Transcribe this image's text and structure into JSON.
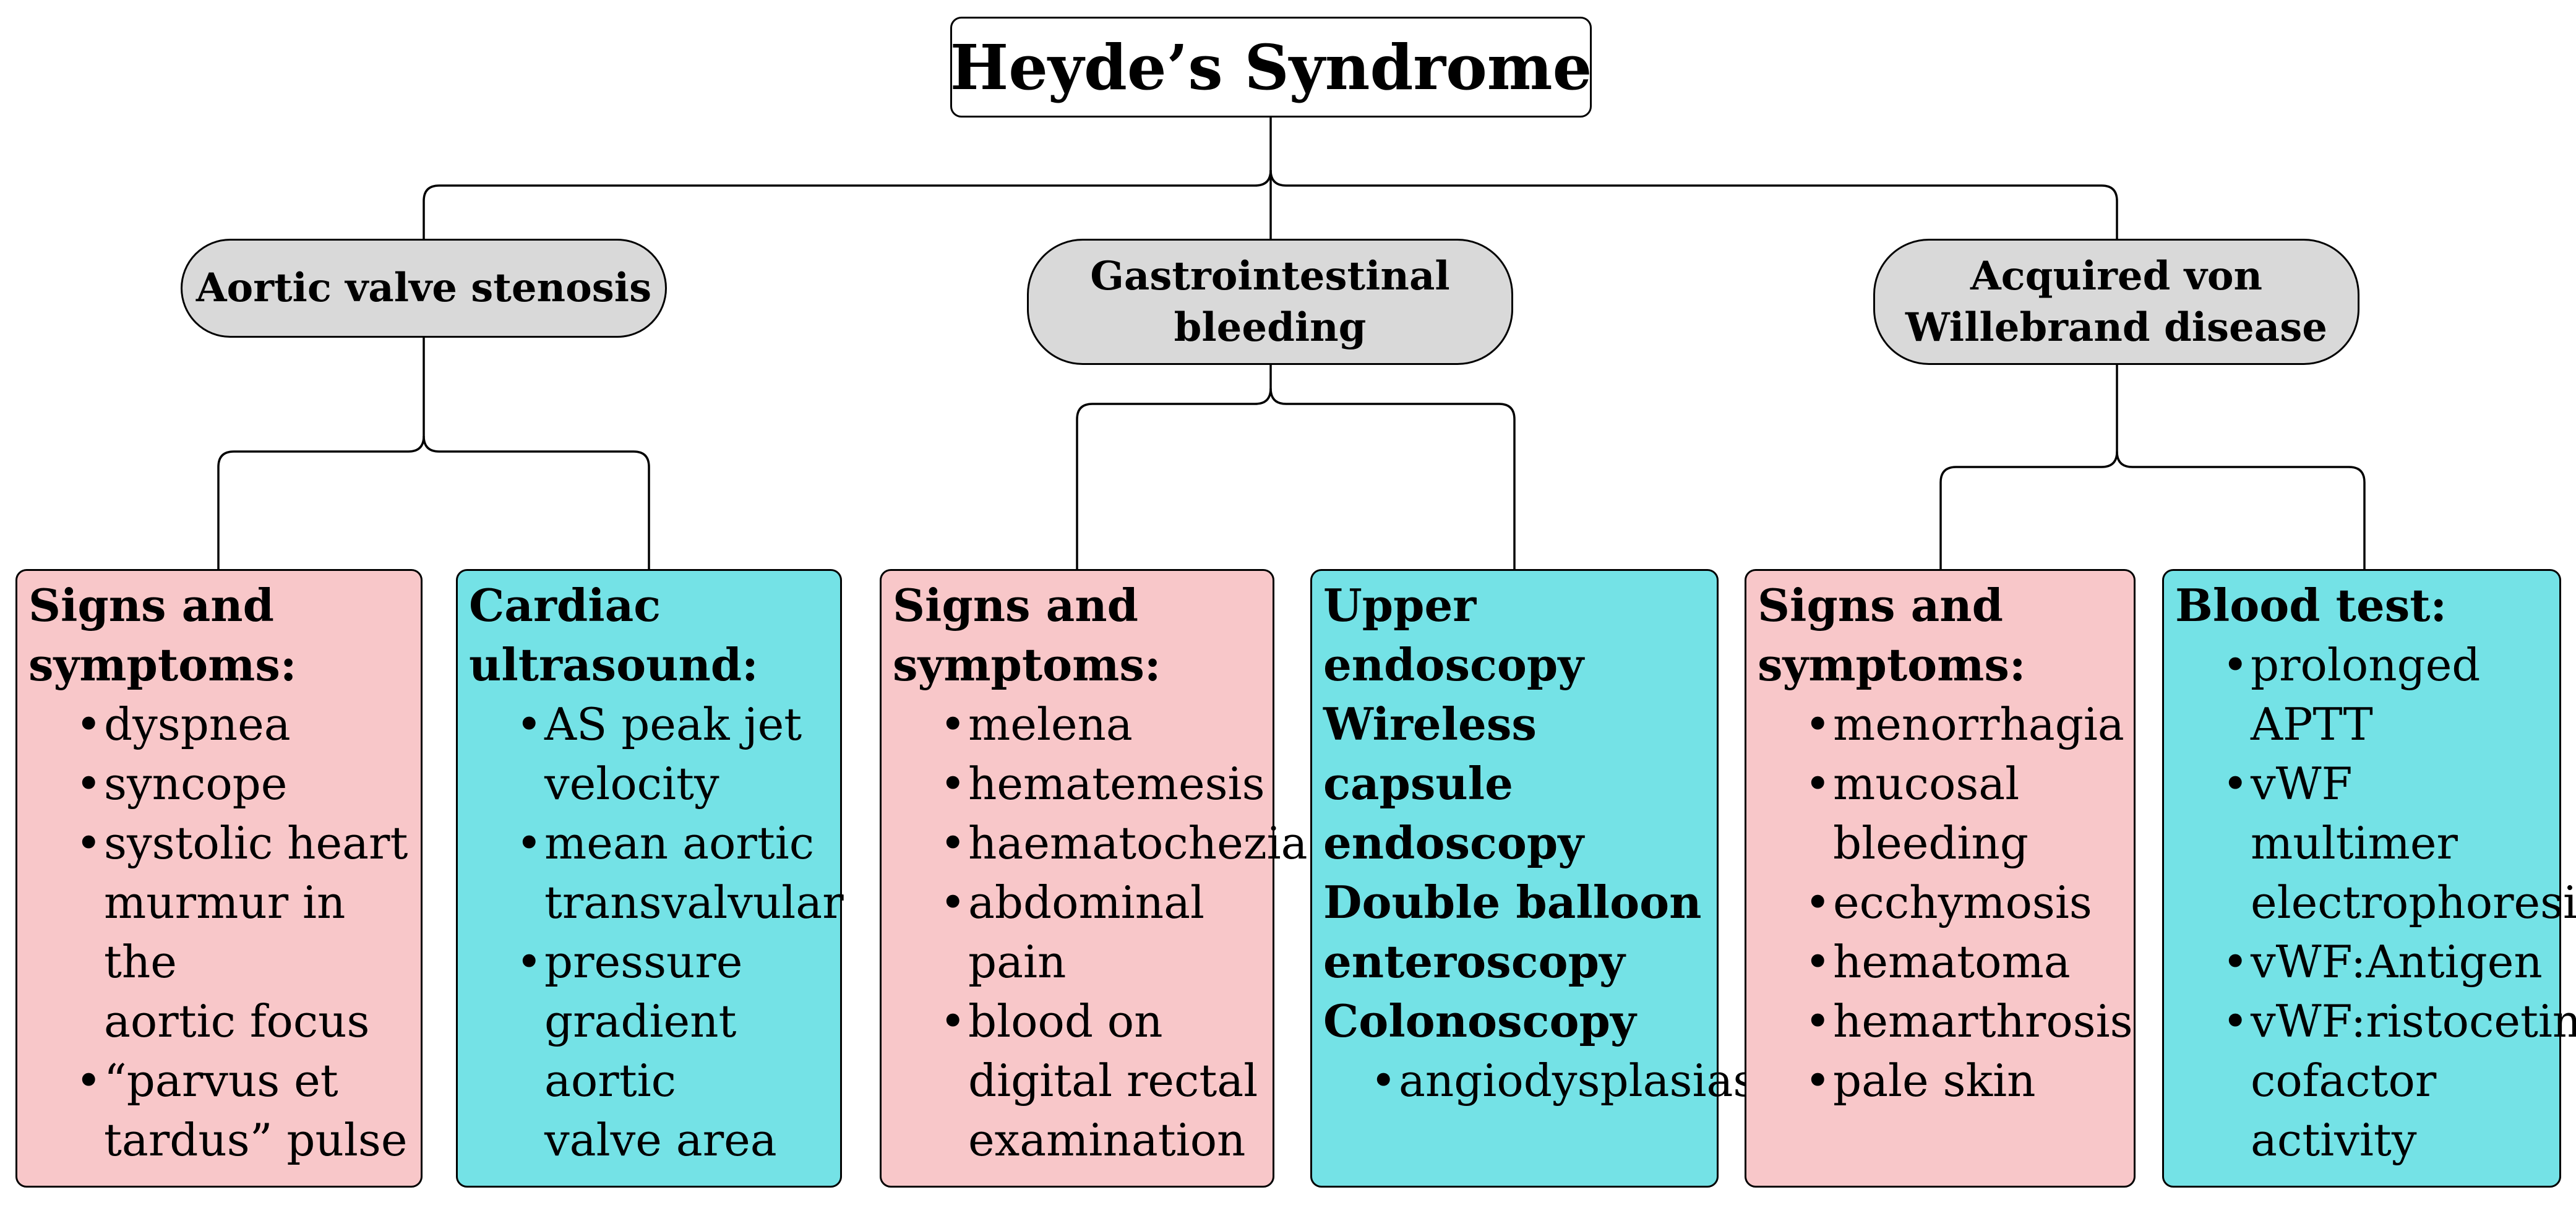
{
  "root": {
    "title": "Heyde’s Syndrome"
  },
  "categories": [
    {
      "lines": [
        "Aortic valve stenosis"
      ]
    },
    {
      "lines": [
        "Gastrointestinal",
        "bleeding"
      ]
    },
    {
      "lines": [
        "Acquired von",
        "Willebrand disease"
      ]
    }
  ],
  "leaves": [
    {
      "heading": [
        "Signs and",
        "symptoms:"
      ],
      "items": [
        [
          "dyspnea"
        ],
        [
          "syncope"
        ],
        [
          "systolic heart",
          "murmur in the",
          "aortic focus"
        ],
        [
          "“parvus et",
          "tardus” pulse"
        ]
      ]
    },
    {
      "heading": [
        "Cardiac",
        "ultrasound:"
      ],
      "items": [
        [
          "AS peak jet",
          "velocity"
        ],
        [
          "mean aortic",
          "transvalvular"
        ],
        [
          "pressure",
          "gradient aortic",
          "valve area"
        ]
      ]
    },
    {
      "heading": [
        "Signs and",
        "symptoms:"
      ],
      "items": [
        [
          "melena"
        ],
        [
          "hematemesis"
        ],
        [
          "haematochezia"
        ],
        [
          "abdominal",
          "pain"
        ],
        [
          "blood on",
          "digital rectal",
          "examination"
        ]
      ]
    },
    {
      "heading": [
        "Upper endoscopy",
        "Wireless capsule",
        "endoscopy",
        "Double balloon",
        "enteroscopy",
        "Colonoscopy"
      ],
      "items": [
        [
          "angiodysplasias"
        ]
      ]
    },
    {
      "heading": [
        "Signs and",
        "symptoms:"
      ],
      "items": [
        [
          "menorrhagia"
        ],
        [
          "mucosal",
          "bleeding"
        ],
        [
          "ecchymosis"
        ],
        [
          "hematoma"
        ],
        [
          "hemarthrosis"
        ],
        [
          "pale skin"
        ]
      ]
    },
    {
      "heading": [
        "Blood test:"
      ],
      "items": [
        [
          "prolonged",
          "APTT"
        ],
        [
          "vWF multimer",
          "electrophoresis"
        ],
        [
          "vWF:Antigen"
        ],
        [
          "vWF:ristocetin",
          "cofactor",
          "activity"
        ]
      ]
    }
  ]
}
